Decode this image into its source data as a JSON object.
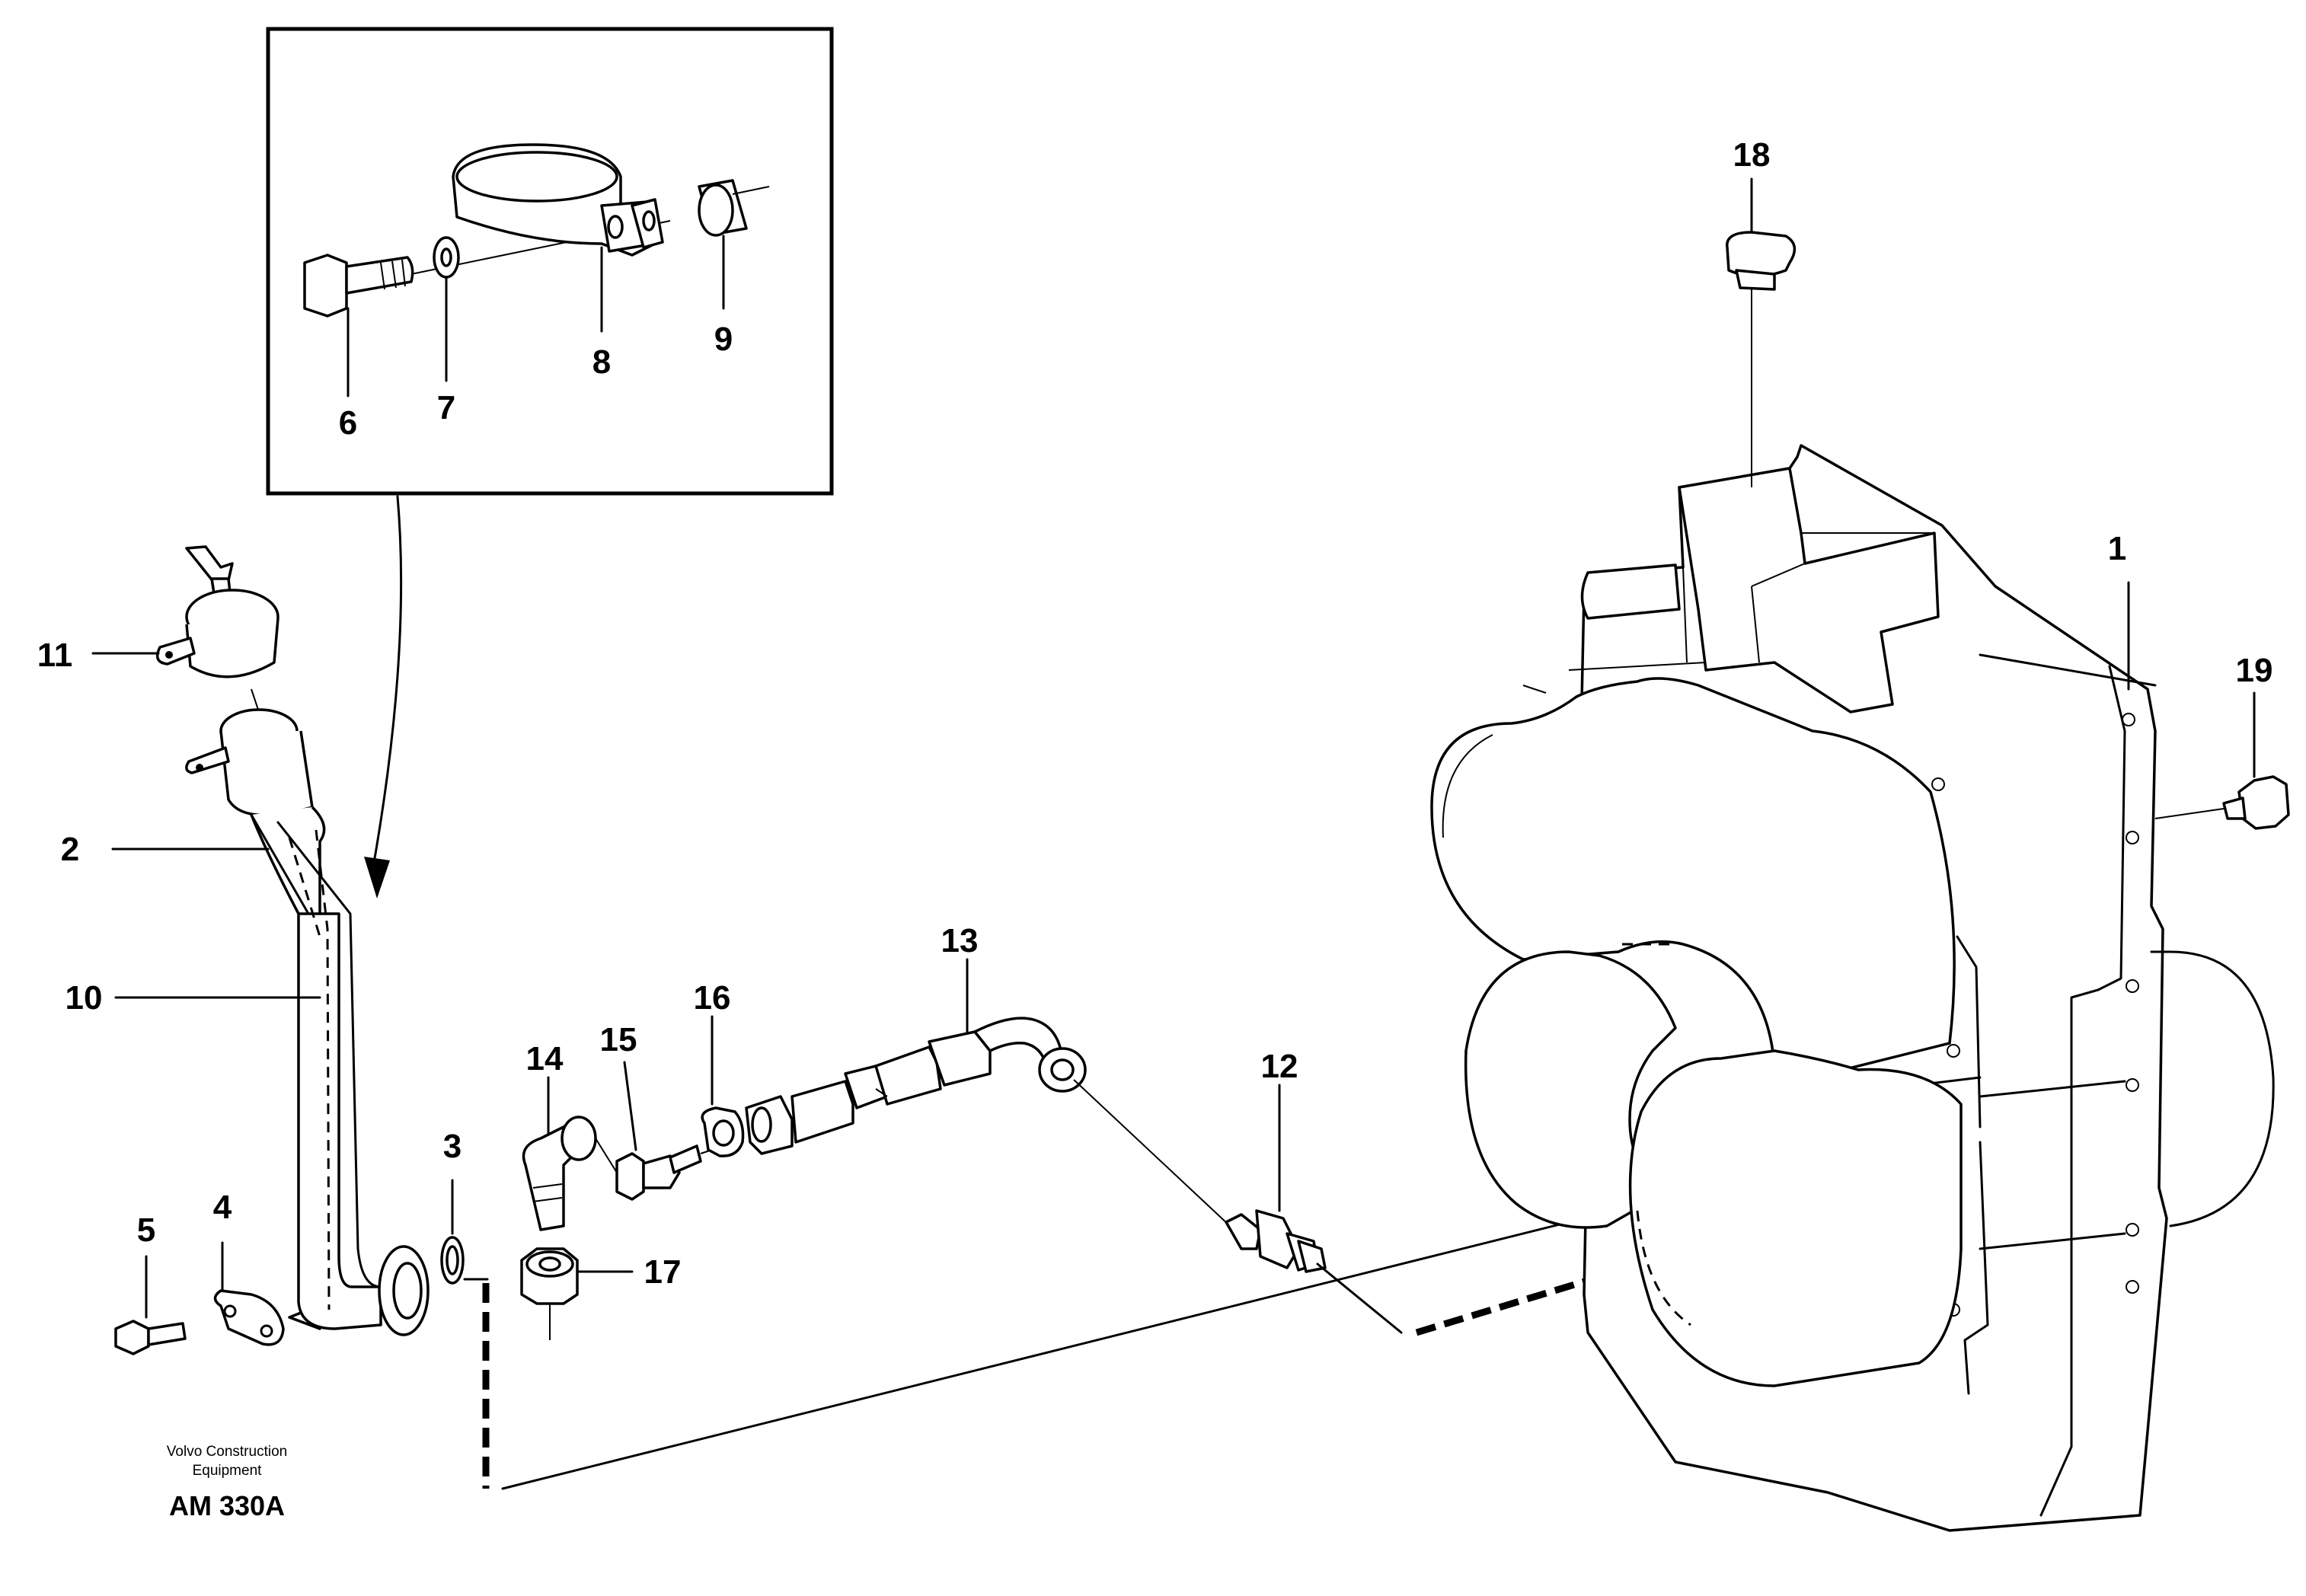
{
  "callouts": {
    "p1": "1",
    "p2": "2",
    "p3": "3",
    "p4": "4",
    "p5": "5",
    "p6": "6",
    "p7": "7",
    "p8": "8",
    "p9": "9",
    "p10": "10",
    "p11": "11",
    "p12": "12",
    "p13": "13",
    "p14": "14",
    "p15": "15",
    "p16": "16",
    "p17": "17",
    "p18": "18",
    "p19": "19"
  },
  "credit": {
    "line1": "Volvo Construction",
    "line2": "Equipment",
    "code": "AM 330A"
  }
}
